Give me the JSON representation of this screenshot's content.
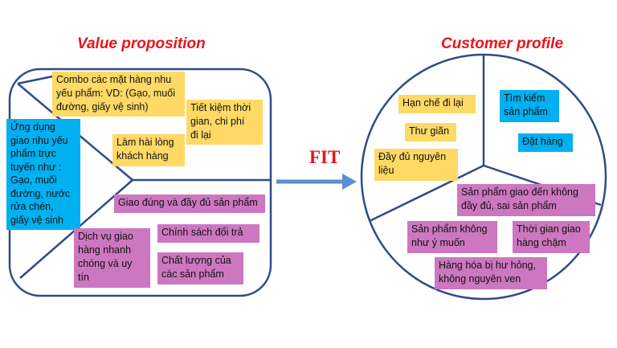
{
  "titles": {
    "value_proposition": "Value proposition",
    "customer_profile": "Customer profile",
    "fit": "FIT"
  },
  "colors": {
    "title_red": "#e8141b",
    "outline_blue": "#2f4b8a",
    "arrow_blue": "#5b8fd0",
    "note_yellow": "#ffd966",
    "note_blue": "#00b0f0",
    "note_purple": "#cc77c0"
  },
  "value_proposition": {
    "products_services": "Ứng dụng\ngiao nhu yếu\nphẩm trực\ntuyến như :\nGạo, muối\nđường, nước\nrửa chén,\ngiấy vệ sinh",
    "gain_creators": [
      "Combo các mặt hàng nhu\nyếu phẩm: VD: (Gạo, muối\nđường, giấy vệ sinh)",
      "Tiết kiệm thời\ngian, chi phí\nđi lại",
      "Làm hài lòng\nkhách hàng"
    ],
    "pain_relievers": [
      "Giao đúng và đầy đủ sản phẩm",
      "Dịch vụ giao\nhàng nhanh\nchóng và uy\ntín",
      "Chính sách đổi trả",
      "Chất lượng của\ncác sản phẩm"
    ]
  },
  "customer_profile": {
    "gains": [
      "Hạn chế đi lại",
      "Thư giãn",
      "Đầy đủ nguyên\nliệu"
    ],
    "jobs": [
      "Tìm kiếm\nsản phẩm",
      "Đặt hàng"
    ],
    "pains": [
      "Sản phẩm giao đến không\nđầy đủ, sai sản phẩm",
      "Sản phẩm không\nnhư ý muốn",
      "Thời gian giao\nhàng chậm",
      "Hàng hóa bị hư hỏng,\nkhông nguyên ven"
    ]
  }
}
